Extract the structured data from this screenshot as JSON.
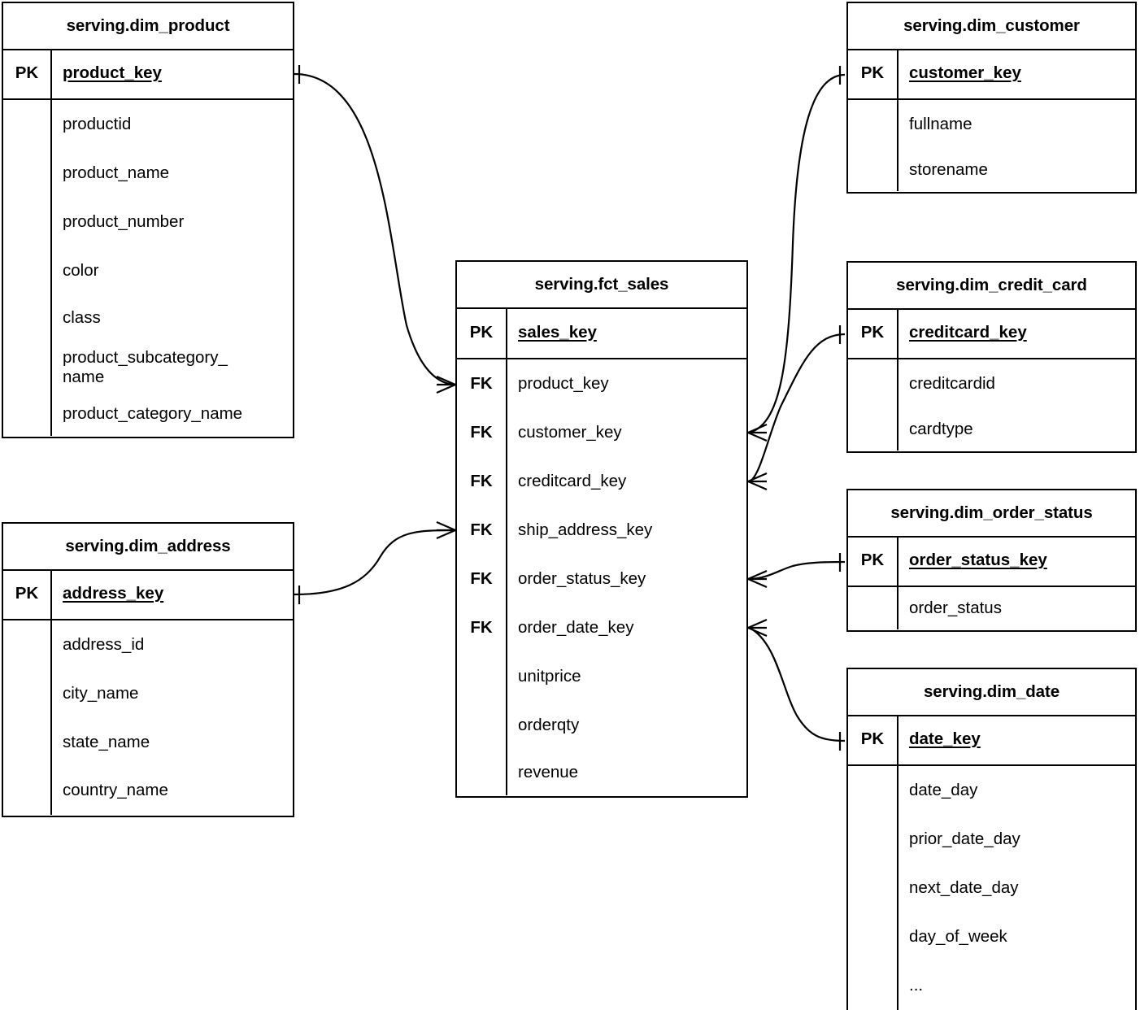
{
  "diagram": {
    "kind": "entity-relationship-diagram",
    "background": "#ffffff",
    "line_color": "#000000",
    "entities": [
      {
        "id": "dim_product",
        "title": "serving.dim_product",
        "pk_label": "PK",
        "pk_field": "product_key",
        "fields": [
          "productid",
          "product_name",
          "product_number",
          "color",
          "class",
          "product_subcategory_\nname",
          "product_category_name"
        ]
      },
      {
        "id": "dim_address",
        "title": "serving.dim_address",
        "pk_label": "PK",
        "pk_field": "address_key",
        "fields": [
          "address_id",
          "city_name",
          "state_name",
          "country_name"
        ]
      },
      {
        "id": "fct_sales",
        "title": "serving.fct_sales",
        "pk_label": "PK",
        "pk_field": "sales_key",
        "fk_label": "FK",
        "fields": [
          {
            "key": "FK",
            "name": "product_key"
          },
          {
            "key": "FK",
            "name": "customer_key"
          },
          {
            "key": "FK",
            "name": "creditcard_key"
          },
          {
            "key": "FK",
            "name": "ship_address_key"
          },
          {
            "key": "FK",
            "name": "order_status_key"
          },
          {
            "key": "FK",
            "name": "order_date_key"
          },
          {
            "key": "",
            "name": "unitprice"
          },
          {
            "key": "",
            "name": "orderqty"
          },
          {
            "key": "",
            "name": "revenue"
          }
        ]
      },
      {
        "id": "dim_customer",
        "title": "serving.dim_customer",
        "pk_label": "PK",
        "pk_field": "customer_key",
        "fields": [
          "fullname",
          "storename"
        ]
      },
      {
        "id": "dim_credit_card",
        "title": "serving.dim_credit_card",
        "pk_label": "PK",
        "pk_field": "creditcard_key",
        "fields": [
          "creditcardid",
          "cardtype"
        ]
      },
      {
        "id": "dim_order_status",
        "title": "serving.dim_order_status",
        "pk_label": "PK",
        "pk_field": "order_status_key",
        "fields": [
          "order_status"
        ]
      },
      {
        "id": "dim_date",
        "title": "serving.dim_date",
        "pk_label": "PK",
        "pk_field": "date_key",
        "fields": [
          "date_day",
          "prior_date_day",
          "next_date_day",
          "day_of_week",
          "..."
        ]
      }
    ],
    "relationships": [
      {
        "from": "dim_product.product_key",
        "to": "fct_sales.product_key",
        "from_card": "one",
        "to_card": "many"
      },
      {
        "from": "dim_address.address_key",
        "to": "fct_sales.ship_address_key",
        "from_card": "one",
        "to_card": "many"
      },
      {
        "from": "dim_customer.customer_key",
        "to": "fct_sales.customer_key",
        "from_card": "one",
        "to_card": "many"
      },
      {
        "from": "dim_credit_card.creditcard_key",
        "to": "fct_sales.creditcard_key",
        "from_card": "one",
        "to_card": "many"
      },
      {
        "from": "dim_order_status.order_status_key",
        "to": "fct_sales.order_status_key",
        "from_card": "one",
        "to_card": "many"
      },
      {
        "from": "dim_date.date_key",
        "to": "fct_sales.order_date_key",
        "from_card": "one",
        "to_card": "many"
      }
    ]
  }
}
